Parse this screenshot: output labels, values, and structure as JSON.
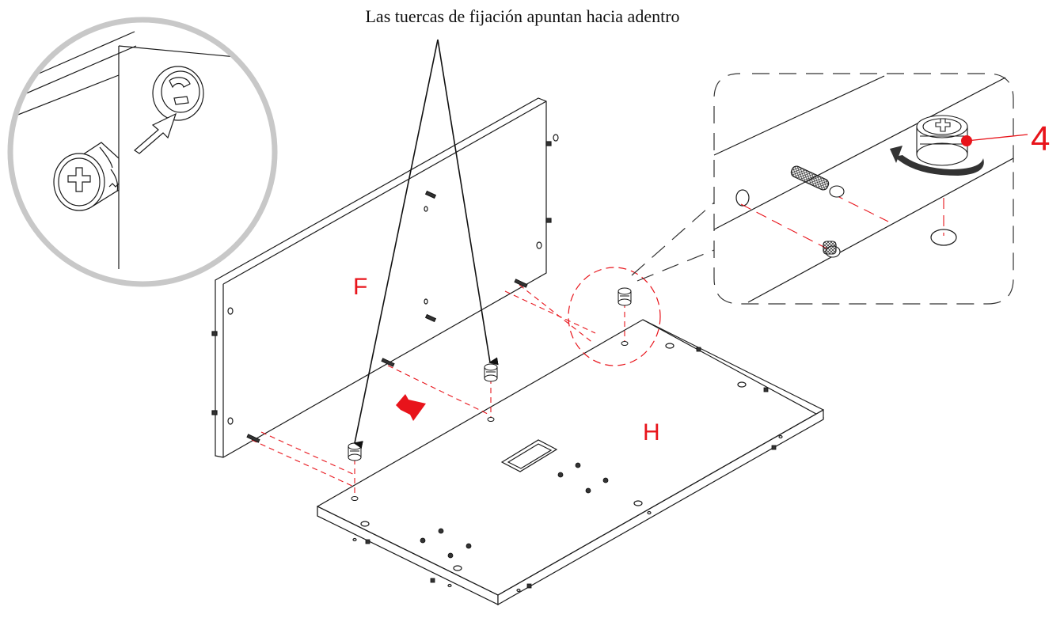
{
  "caption": "Las tuercas de fijación apuntan hacia adentro",
  "labels": {
    "panel_f": "F",
    "panel_h": "H",
    "step_number": "4"
  },
  "colors": {
    "line": "#1a1a1a",
    "accent": "#e8141b",
    "circle": "#c8c8c8"
  },
  "icons": [
    "cam-lock-nut",
    "cam-bolt",
    "rotate-arrow",
    "push-arrow",
    "slide-arrow"
  ]
}
